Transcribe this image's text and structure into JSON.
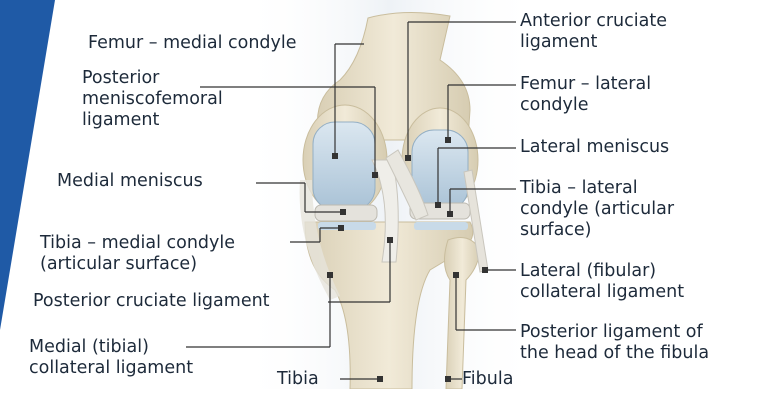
{
  "labels": {
    "femur_medial_condyle": "Femur – medial condyle",
    "posterior_meniscofemoral_ligament": "Posterior\nmeniscofemoral\nligament",
    "medial_meniscus": "Medial meniscus",
    "tibia_medial_condyle": "Tibia – medial condyle\n(articular surface)",
    "posterior_cruciate_ligament": "Posterior cruciate ligament",
    "medial_collateral_ligament": "Medial (tibial)\ncollateral ligament",
    "tibia": "Tibia",
    "anterior_cruciate_ligament": "Anterior cruciate\nligament",
    "femur_lateral_condyle": "Femur – lateral\ncondyle",
    "lateral_meniscus": "Lateral meniscus",
    "tibia_lateral_condyle": "Tibia – lateral\ncondyle (articular\nsurface)",
    "lateral_collateral_ligament": "Lateral (fibular)\ncollateral ligament",
    "posterior_ligament_fibula": "Posterior ligament of\nthe head of the fibula",
    "fibula": "Fibula"
  },
  "colors": {
    "accent_band": "#1f5aa6",
    "bone": "#e9e0c8",
    "cartilage": "#c3d6e6",
    "ligament": "#ebe9e2",
    "background": "#ffffff",
    "text": "#1d2a3a"
  }
}
